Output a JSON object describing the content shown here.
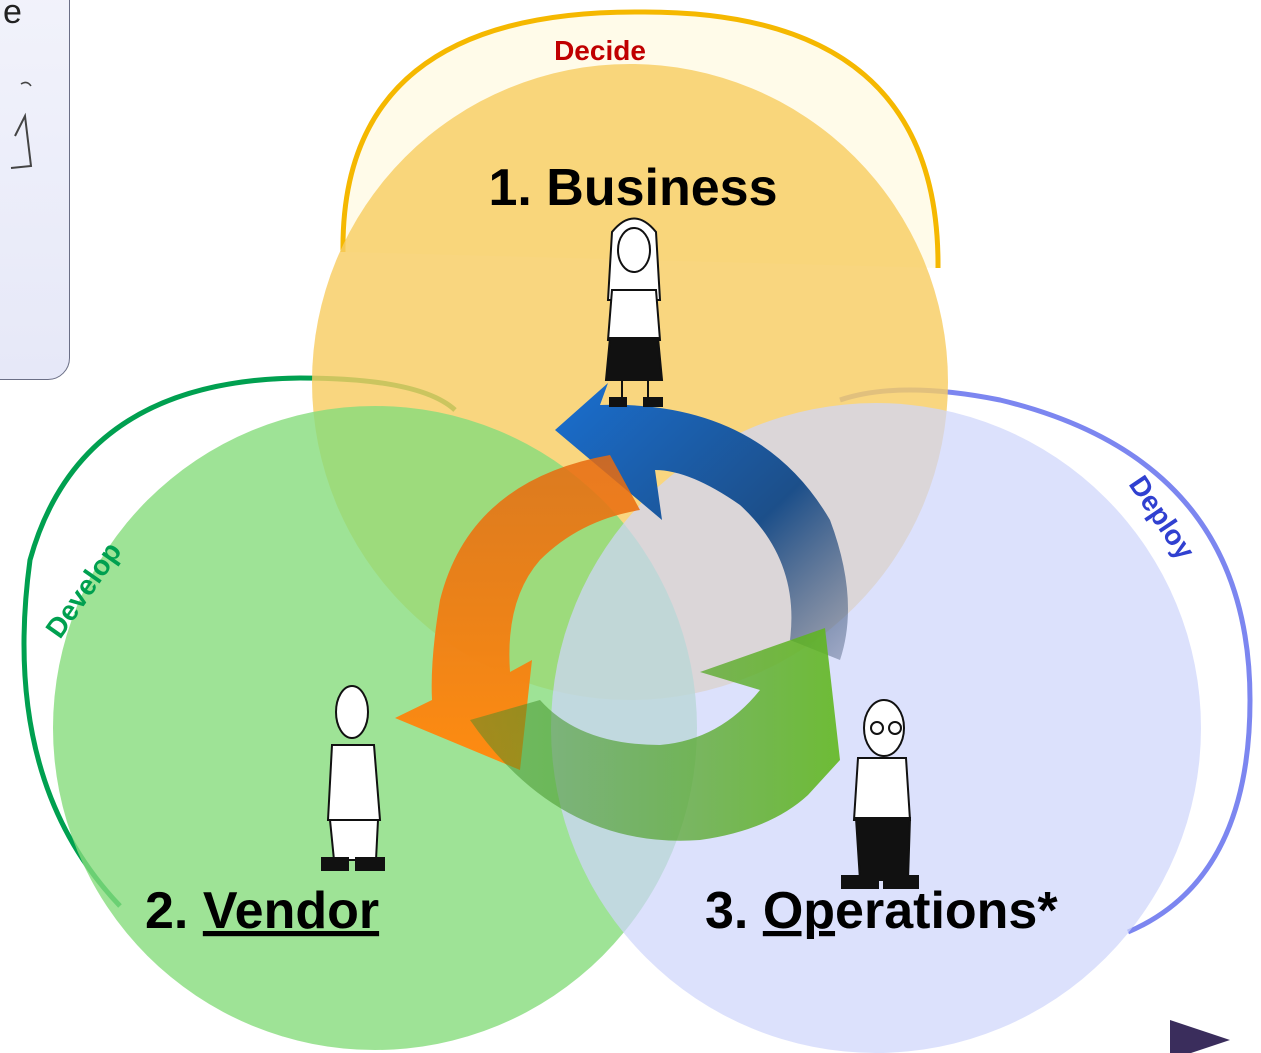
{
  "side_note": {
    "text": "e"
  },
  "circles": {
    "business": {
      "label": "1. Business",
      "arc_label": "Decide",
      "fill": "#f8cd63",
      "arc_color": "#f5b800",
      "arc_label_color": "#c00000"
    },
    "vendor": {
      "prefix": "2. ",
      "label": "Vendor",
      "arc_label": "Develop",
      "fill": "#86dc7c",
      "arc_color": "#00a050",
      "arc_label_color": "#00a050"
    },
    "operations": {
      "prefix": "3. ",
      "underlined": "Op",
      "rest": "erations*",
      "arc_label": "Deploy",
      "fill": "#cfd6fb",
      "arc_color": "#7c86f0",
      "arc_label_color": "#3040d0"
    }
  },
  "cycle_arrows": [
    {
      "name": "blue",
      "color": "#1f5fb0"
    },
    {
      "name": "orange",
      "color": "#f77f0e"
    },
    {
      "name": "green",
      "color": "#4aa020"
    }
  ],
  "figures": [
    "business-person",
    "vendor-person",
    "operations-person"
  ],
  "next_slide_marker": {
    "color": "#3a2d5c"
  }
}
